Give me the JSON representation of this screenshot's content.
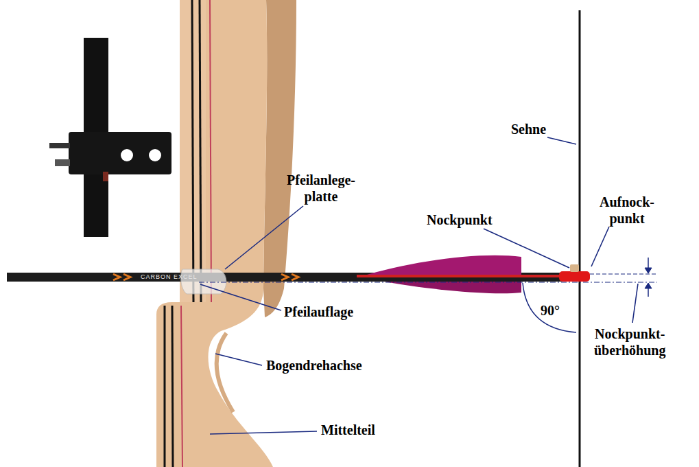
{
  "diagram": {
    "labels": [
      "Sehne",
      "Pfeilanlege- platte",
      "Nockpunkt",
      "Aufnock- punkt",
      "CARBON EXCEL",
      "Pfeilauflage",
      "90°",
      "Nockpunkt- überhöhung",
      "Bogendrehachse",
      "Mittelteil"
    ]
  }
}
